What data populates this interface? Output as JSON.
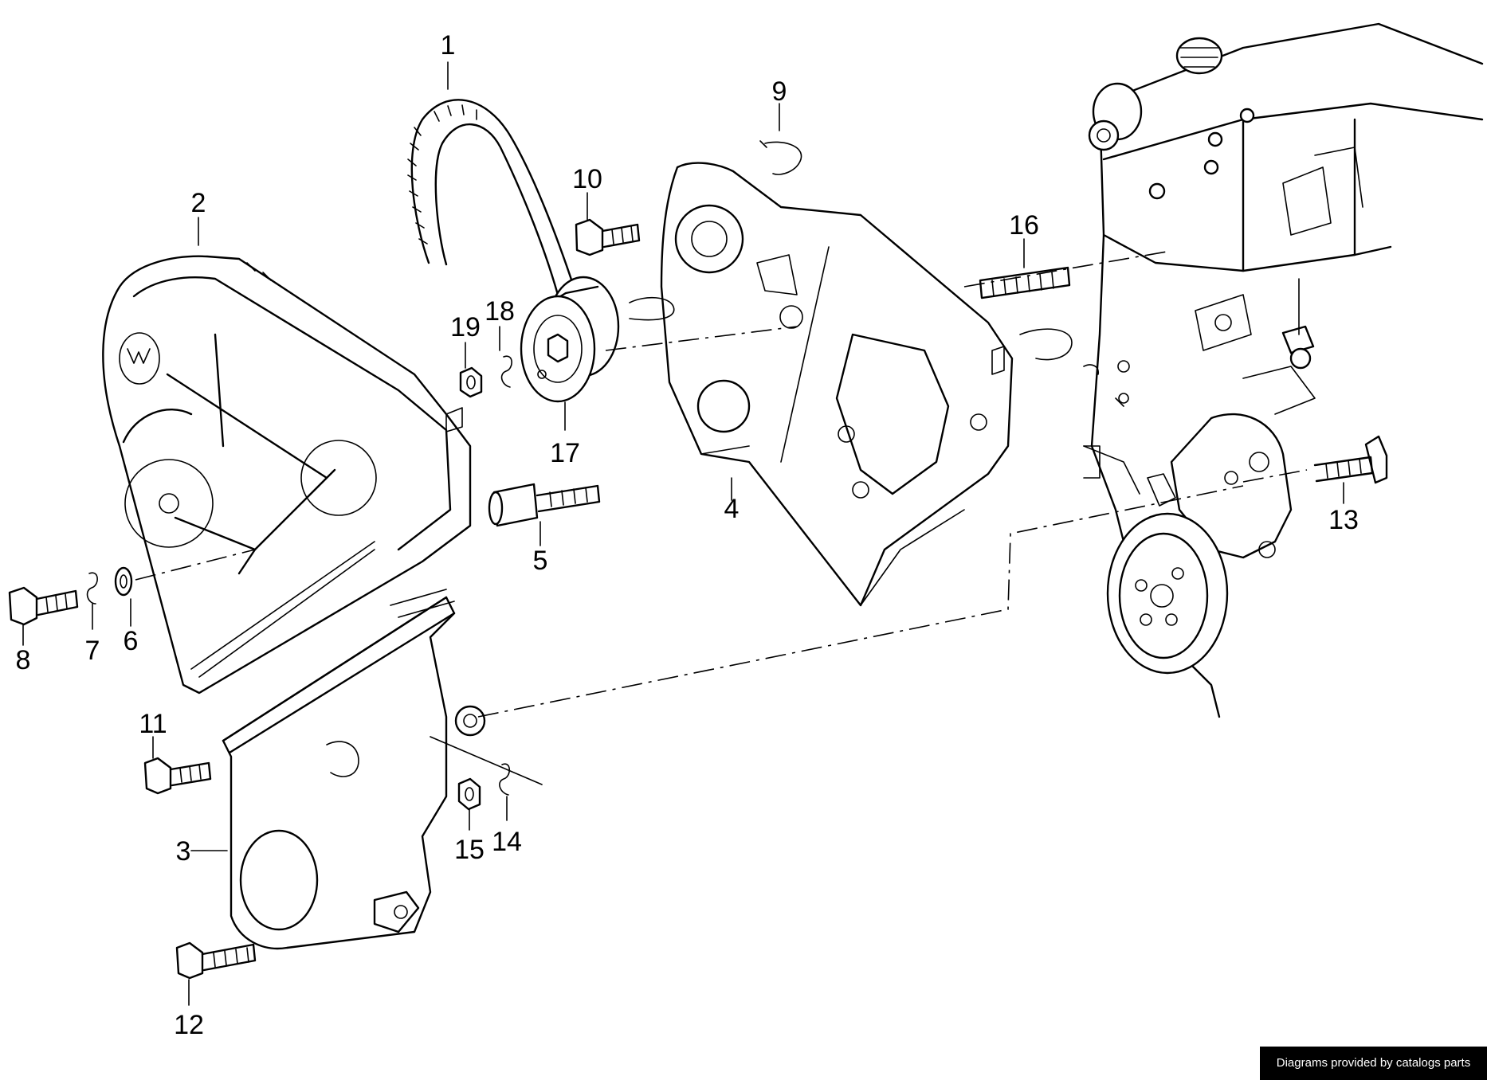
{
  "callouts": {
    "c1": "1",
    "c2": "2",
    "c3": "3",
    "c4": "4",
    "c5": "5",
    "c6": "6",
    "c7": "7",
    "c8": "8",
    "c9": "9",
    "c10": "10",
    "c11": "11",
    "c12": "12",
    "c13": "13",
    "c14": "14",
    "c15": "15",
    "c16": "16",
    "c17": "17",
    "c18": "18",
    "c19": "19"
  },
  "footer": {
    "credit": "Diagrams provided by catalogs parts"
  }
}
